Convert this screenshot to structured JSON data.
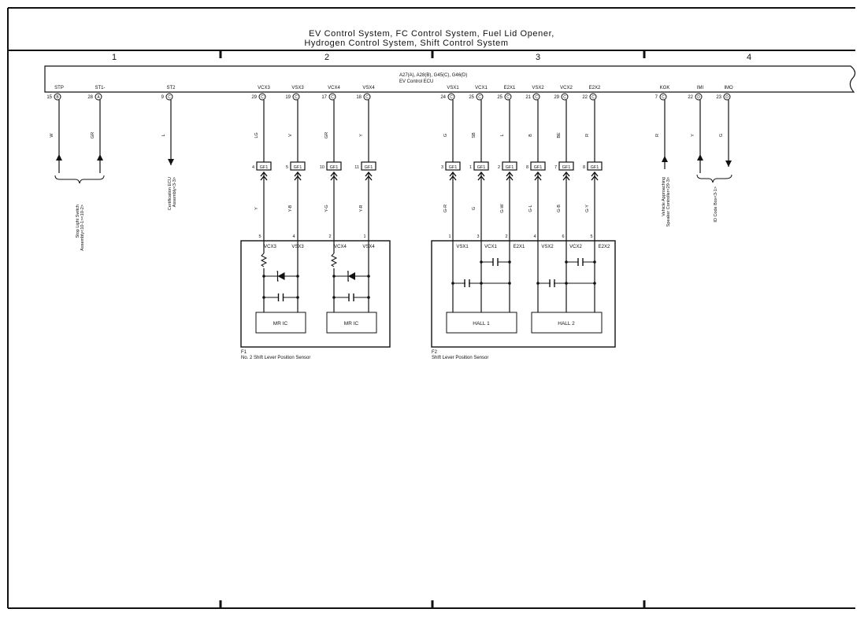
{
  "title": {
    "line1": "EV Control System,  FC Control System,  Fuel Lid Opener,",
    "line2": "Hydrogen Control System,  Shift Control System"
  },
  "grid": {
    "columns": [
      "1",
      "2",
      "3",
      "4"
    ]
  },
  "ecu": {
    "connectors": "A27(A), A28(B), G45(C), G46(D)",
    "name": "EV Control ECU",
    "pins": [
      {
        "label": "STP",
        "num": "15",
        "conn": "B"
      },
      {
        "label": "ST1-",
        "num": "28",
        "conn": "A"
      },
      {
        "label": "ST2",
        "num": "9",
        "conn": "C"
      },
      {
        "label": "VCX3",
        "num": "29",
        "conn": "C"
      },
      {
        "label": "VSX3",
        "num": "19",
        "conn": "C"
      },
      {
        "label": "VCX4",
        "num": "17",
        "conn": "C"
      },
      {
        "label": "VSX4",
        "num": "18",
        "conn": "C"
      },
      {
        "label": "VSX1",
        "num": "24",
        "conn": "C"
      },
      {
        "label": "VCX1",
        "num": "25",
        "conn": "C"
      },
      {
        "label": "E2X1",
        "num": "25",
        "conn": "C"
      },
      {
        "label": "VSX2",
        "num": "21",
        "conn": "C"
      },
      {
        "label": "VCX2",
        "num": "29",
        "conn": "C"
      },
      {
        "label": "E2X2",
        "num": "22",
        "conn": "C"
      },
      {
        "label": "KGK",
        "num": "7",
        "conn": "C"
      },
      {
        "label": "IMI",
        "num": "22",
        "conn": "D"
      },
      {
        "label": "IMO",
        "num": "23",
        "conn": "D"
      }
    ]
  },
  "upper_wire_colors": [
    "W",
    "GR",
    "L",
    "LG",
    "V",
    "GR",
    "Y",
    "G",
    "SB",
    "L",
    "B",
    "BE",
    "R",
    "R",
    "Y",
    "G"
  ],
  "junction": {
    "pins": [
      "4",
      "5",
      "10",
      "11",
      "3",
      "1",
      "2",
      "8",
      "7",
      "8"
    ],
    "label": "GF1",
    "lower_wire_colors": [
      "Y",
      "Y-B",
      "Y-G",
      "Y-R",
      "G-R",
      "G",
      "G-W",
      "G-L",
      "G-B",
      "G-Y"
    ]
  },
  "destinations": {
    "stop_light": [
      "Stop Light Switch",
      "Assembly<10-1><10-2>"
    ],
    "cert_ecu": [
      "Certification ECU",
      "Assembly<3-3>"
    ],
    "vehicle_speaker": [
      "Vehicle Approaching",
      "Speaker Controller<29-3>"
    ],
    "id_code_box": [
      "ID Code Box<3-1>"
    ]
  },
  "sensor_f1": {
    "pin_nums": [
      "5",
      "4",
      "2",
      "1"
    ],
    "pin_labels": [
      "VCX3",
      "VSX3",
      "VCX4",
      "VSX4"
    ],
    "ic_left": "MR IC",
    "ic_right": "MR IC",
    "code": "F1",
    "name": "No. 2 Shift Lever Position Sensor"
  },
  "sensor_f2": {
    "pin_nums": [
      "1",
      "3",
      "2",
      "4",
      "6",
      "5"
    ],
    "pin_labels": [
      "VSX1",
      "VCX1",
      "E2X1",
      "VSX2",
      "VCX2",
      "E2X2"
    ],
    "hall_left": "HALL 1",
    "hall_right": "HALL 2",
    "code": "F2",
    "name": "Shift Lever Position Sensor"
  },
  "colors": {
    "line": "#111111",
    "background": "#ffffff"
  }
}
